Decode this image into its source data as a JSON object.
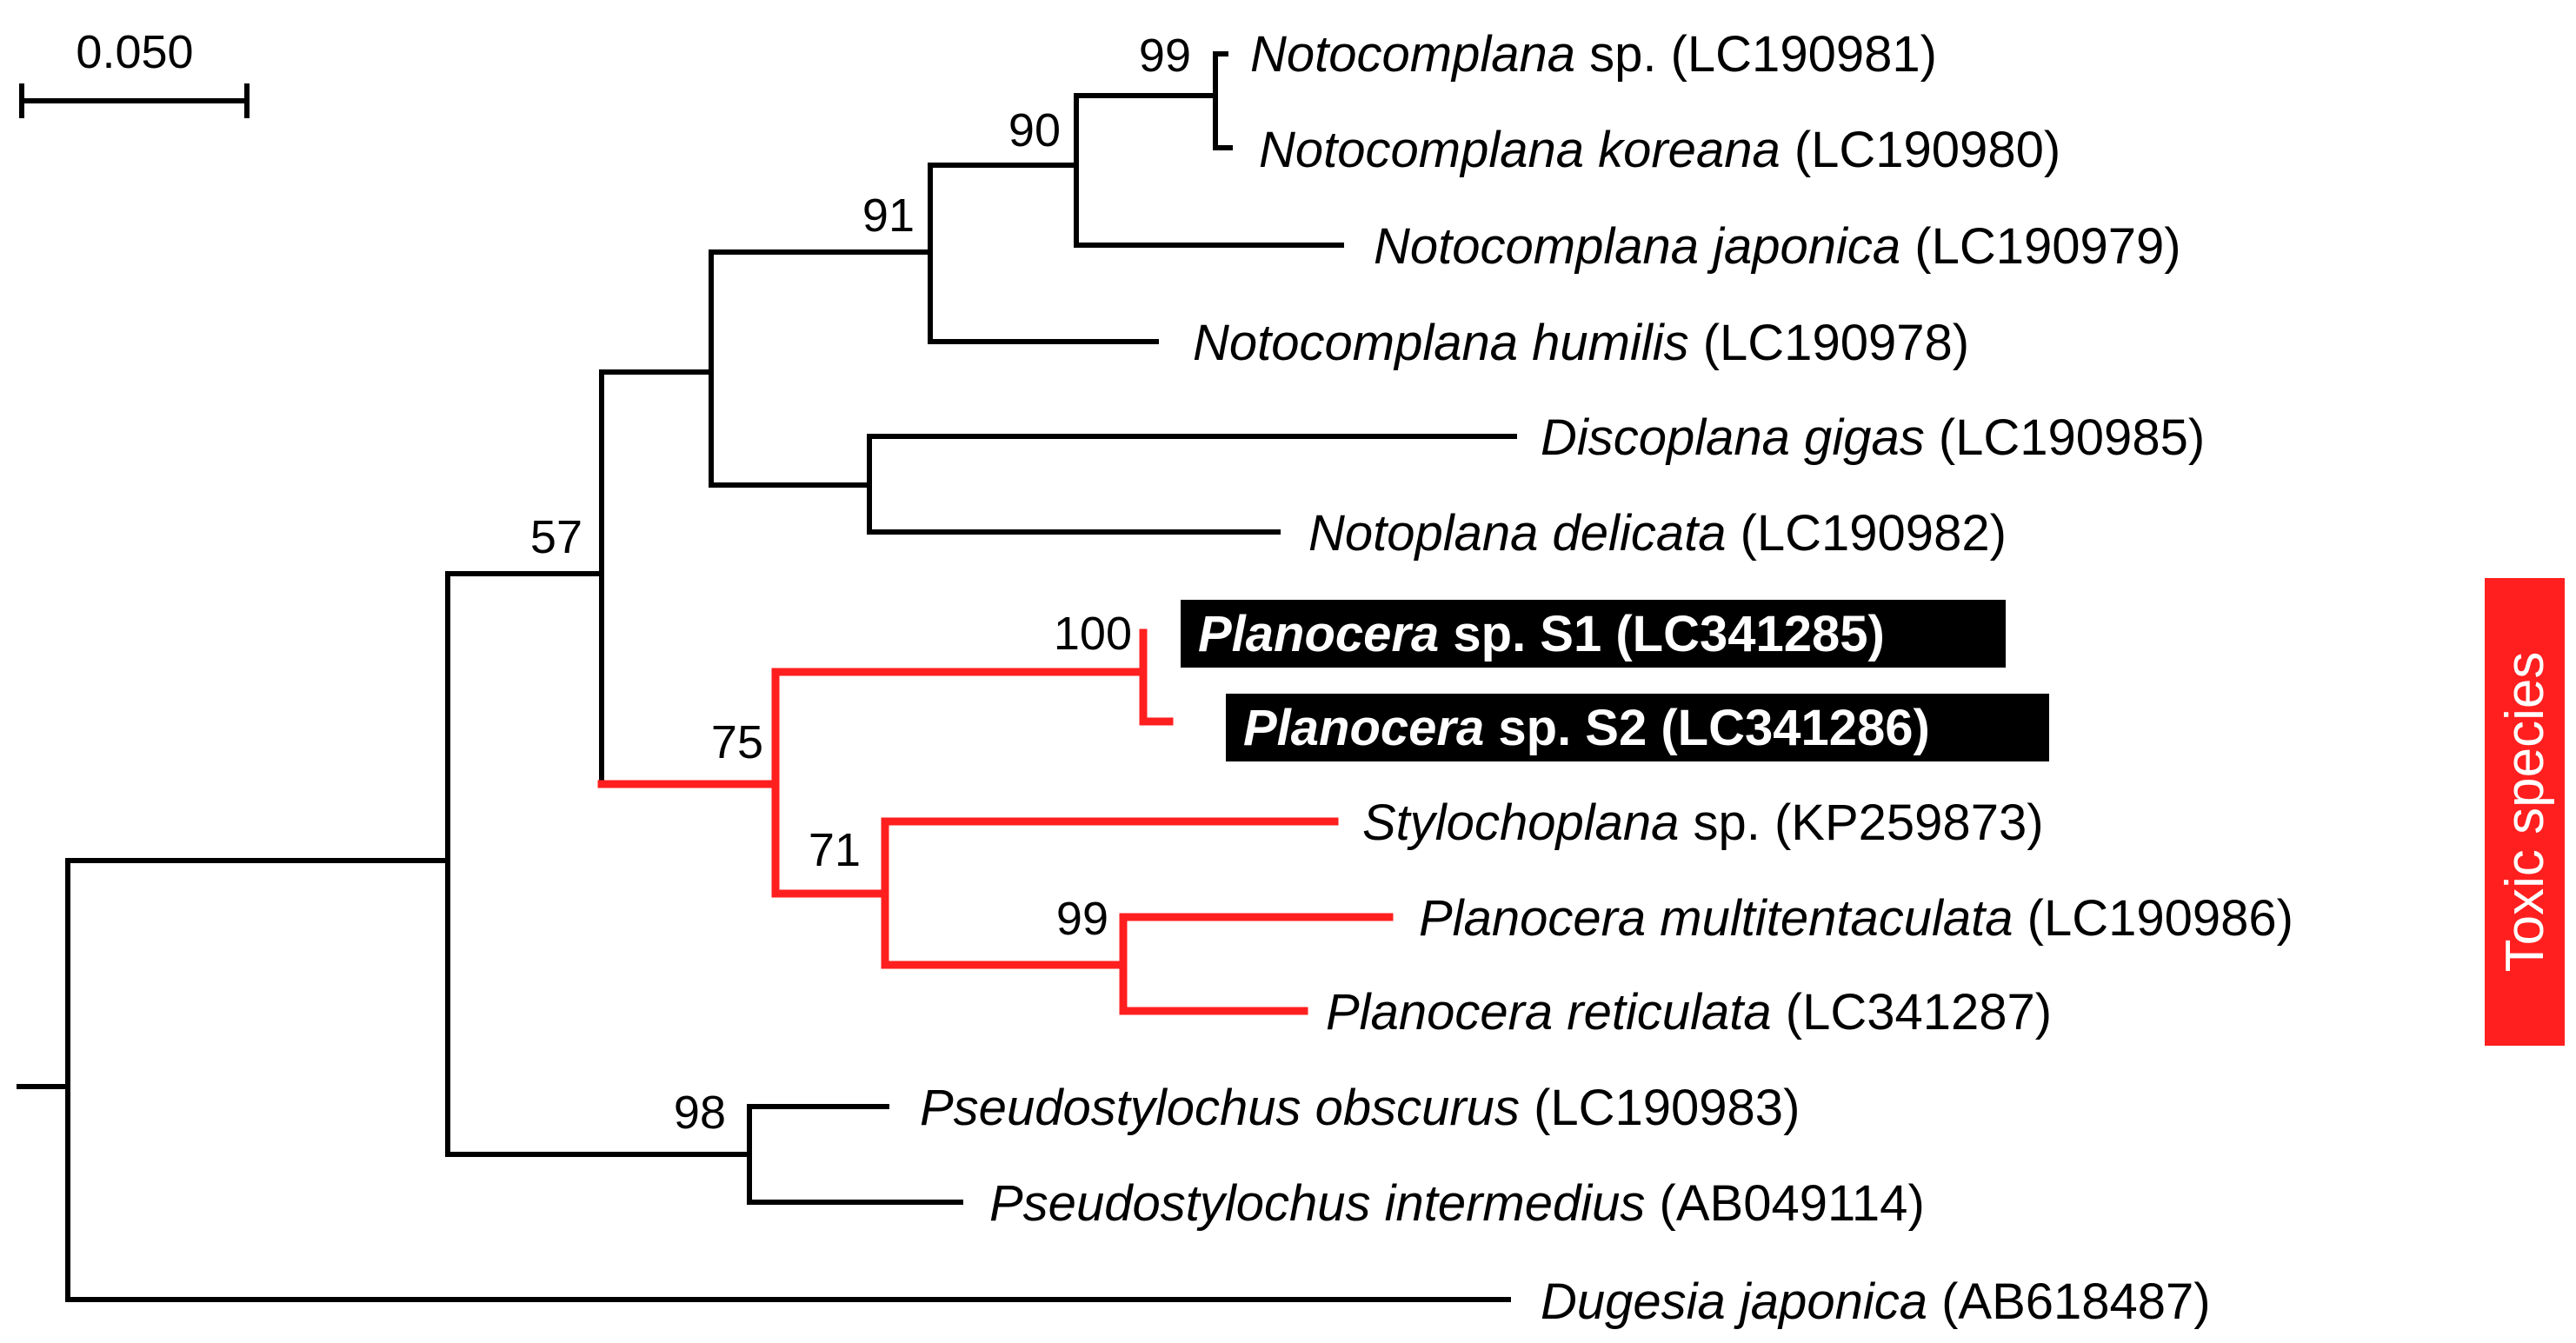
{
  "colors": {
    "black_branch": "#000000",
    "toxic_branch": "#ff1f1f",
    "highlight_box": "#000000",
    "toxic_bar": "#ff1f1f"
  },
  "scale_bar": {
    "label": "0.050"
  },
  "toxic_label": "Toxic species",
  "taxa": [
    {
      "italic": "Notocomplana",
      "rest": " sp. (LC190981)",
      "highlight": false
    },
    {
      "italic": "Notocomplana koreana",
      "rest": " (LC190980)",
      "highlight": false
    },
    {
      "italic": "Notocomplana japonica",
      "rest": " (LC190979)",
      "highlight": false
    },
    {
      "italic": "Notocomplana humilis",
      "rest": " (LC190978)",
      "highlight": false
    },
    {
      "italic": "Discoplana gigas",
      "rest": " (LC190985)",
      "highlight": false
    },
    {
      "italic": "Notoplana delicata",
      "rest": " (LC190982)",
      "highlight": false
    },
    {
      "italic": "Planocera",
      "rest": " sp. S1 (LC341285)",
      "highlight": true
    },
    {
      "italic": "Planocera",
      "rest": " sp. S2 (LC341286)",
      "highlight": true
    },
    {
      "italic": "Stylochoplana",
      "rest": " sp. (KP259873)",
      "highlight": false
    },
    {
      "italic": "Planocera multitentaculata",
      "rest": " (LC190986)",
      "highlight": false
    },
    {
      "italic": "Planocera reticulata",
      "rest": " (LC341287)",
      "highlight": false
    },
    {
      "italic": "Pseudostylochus obscurus",
      "rest": " (LC190983)",
      "highlight": false
    },
    {
      "italic": "Pseudostylochus intermedius",
      "rest": " (AB049114)",
      "highlight": false
    },
    {
      "italic": "Dugesia japonica",
      "rest": " (AB618487)",
      "highlight": false
    }
  ],
  "support_values": [
    "99",
    "90",
    "91",
    "57",
    "100",
    "75",
    "71",
    "99",
    "98"
  ]
}
